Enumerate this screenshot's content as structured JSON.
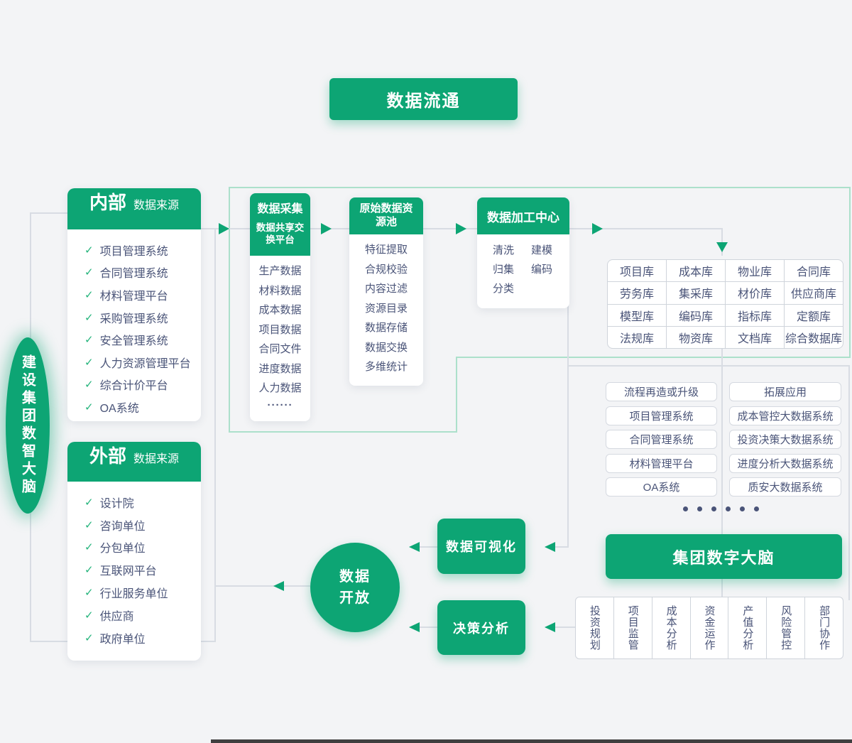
{
  "top_banner": {
    "label": "数据流通"
  },
  "brain_ellipse": {
    "label": "建设集团数智大脑"
  },
  "internal_card": {
    "title": "内部",
    "subtitle": "数据来源",
    "items": [
      "项目管理系统",
      "合同管理系统",
      "材料管理平台",
      "采购管理系统",
      "安全管理系统",
      "人力资源管理平台",
      "综合计价平台",
      "OA系统"
    ]
  },
  "external_card": {
    "title": "外部",
    "subtitle": "数据来源",
    "items": [
      "设计院",
      "咨询单位",
      "分包单位",
      "互联网平台",
      "行业服务单位",
      "供应商",
      "政府单位"
    ]
  },
  "collection_card": {
    "title": "数据采集",
    "subtitle": "数据共享交换平台",
    "items": [
      "生产数据",
      "材料数据",
      "成本数据",
      "项目数据",
      "合同文件",
      "进度数据",
      "人力数据"
    ],
    "more": "······"
  },
  "raw_pool_card": {
    "title": "原始数据资源池",
    "items": [
      "特征提取",
      "合规校验",
      "内容过滤",
      "资源目录",
      "数据存储",
      "数据交换",
      "多维统计"
    ]
  },
  "processing_card": {
    "title": "数据加工中心",
    "items": [
      "清洗",
      "建模",
      "归集",
      "编码",
      "分类"
    ]
  },
  "database_grid": {
    "cells": [
      "项目库",
      "成本库",
      "物业库",
      "合同库",
      "劳务库",
      "集采库",
      "材价库",
      "供应商库",
      "模型库",
      "编码库",
      "指标库",
      "定额库",
      "法规库",
      "物资库",
      "文档库",
      "综合数据库"
    ]
  },
  "upgrade_list": {
    "items": [
      "流程再造或升级",
      "项目管理系统",
      "合同管理系统",
      "材料管理平台",
      "OA系统"
    ]
  },
  "expansion_list": {
    "items": [
      "拓展应用",
      "成本管控大数据系统",
      "投资决策大数据系统",
      "进度分析大数据系统",
      "质安大数据系统"
    ]
  },
  "digital_brain_banner": {
    "label": "集团数字大脑"
  },
  "functions": {
    "items": [
      "投资规划",
      "项目监管",
      "成本分析",
      "资金运作",
      "产值分析",
      "风险管控",
      "部门协作"
    ]
  },
  "visualization_button": {
    "label": "数据可视化"
  },
  "decision_button": {
    "label": "决策分析"
  },
  "open_circle": {
    "label": "数据\n开放"
  },
  "colors": {
    "accent_green": "#0da574",
    "check_green": "#25b47c",
    "teal_border": "#ace0cb",
    "wire_gray": "#d8dce3",
    "text_dark": "#4a5478",
    "background": "#f3f4f6"
  }
}
